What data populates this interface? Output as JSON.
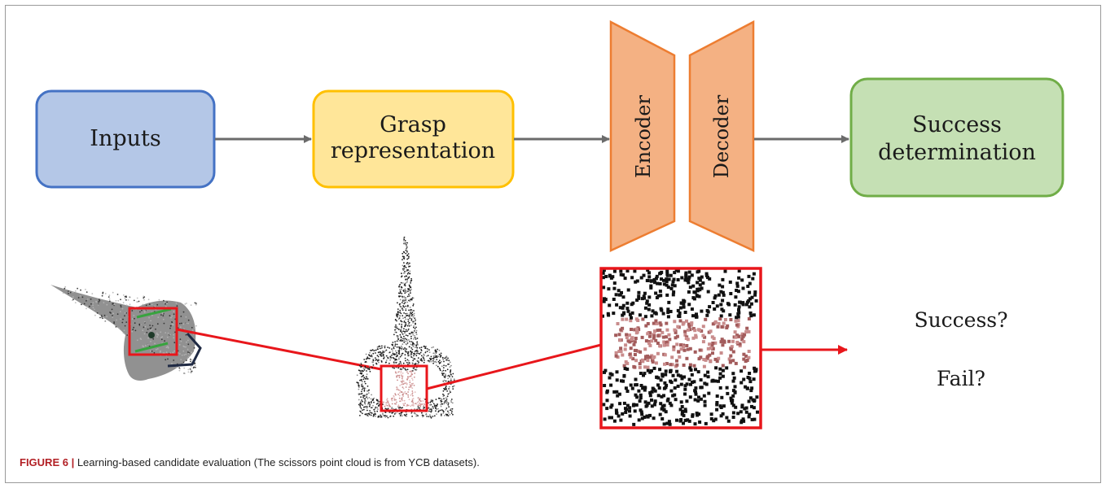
{
  "pipeline": {
    "inputs_label": "Inputs",
    "grasp_line1": "Grasp",
    "grasp_line2": "representation",
    "encoder_label": "Encoder",
    "decoder_label": "Decoder",
    "success_line1": "Success",
    "success_line2": "determination"
  },
  "outcomes": {
    "success": "Success?",
    "fail": "Fail?"
  },
  "caption": {
    "figure_label": "FIGURE 6 |",
    "text": " Learning-based candidate evaluation (The scissors point cloud is from YCB datasets)."
  },
  "colors": {
    "inputs_fill": "#b4c7e7",
    "inputs_stroke": "#4472c4",
    "grasp_fill": "#ffe699",
    "grasp_stroke": "#ffc000",
    "coder_fill": "#f4b183",
    "coder_stroke": "#ed7d31",
    "success_fill": "#c5e0b4",
    "success_stroke": "#70ad47",
    "highlight": "#e8161b",
    "arrow": "#6b6b6b",
    "caption_label": "#b21f24"
  }
}
